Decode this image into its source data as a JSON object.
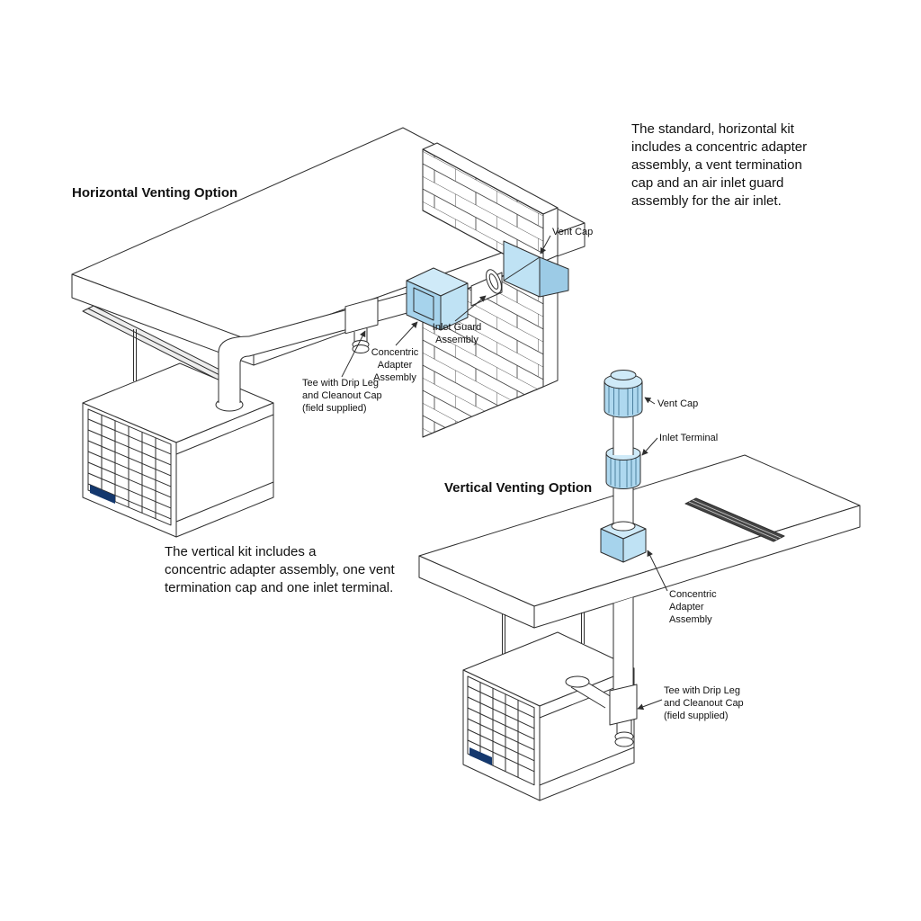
{
  "figure": {
    "type": "technical-illustration",
    "subject": "Unit heater venting options"
  },
  "colors": {
    "background": "#ffffff",
    "line": "#2e2e2e",
    "highlight_light": "#cfeaf8",
    "highlight_mid": "#a6d3ec",
    "highlight_soft": "#bfe2f4",
    "logo_navy": "#14386e"
  },
  "horizontal": {
    "title": "Horizontal Venting Option",
    "description": "The standard, horizontal kit\nincludes a concentric adapter\nassembly, a vent termination\ncap and an air inlet guard\nassembly for the air inlet.",
    "labels": {
      "vent_cap": "Vent Cap",
      "inlet_guard": "Inlet Guard\nAssembly",
      "concentric_adapter": "Concentric\nAdapter\nAssembly",
      "tee": "Tee with Drip Leg\nand Cleanout Cap\n(field supplied)"
    }
  },
  "vertical": {
    "title": "Vertical Venting Option",
    "description": "The vertical kit includes a\nconcentric adapter assembly, one vent\ntermination cap and one inlet terminal.",
    "labels": {
      "vent_cap": "Vent Cap",
      "inlet_terminal": "Inlet Terminal",
      "concentric_adapter": "Concentric\nAdapter\nAssembly",
      "tee": "Tee with Drip Leg\nand Cleanout Cap\n(field supplied)"
    }
  }
}
